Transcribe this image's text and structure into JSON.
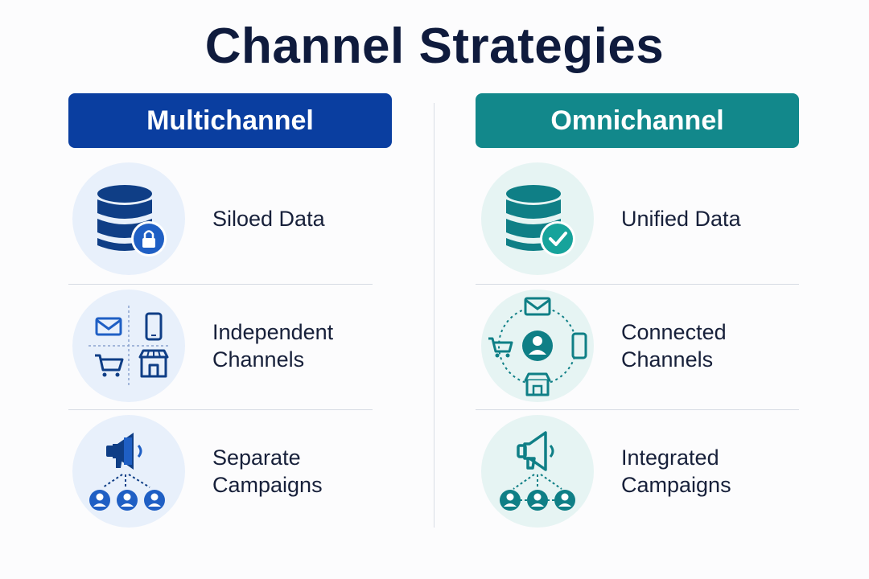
{
  "title": "Channel Strategies",
  "colors": {
    "multichannel": "#0a3ea0",
    "omnichannel": "#12888b"
  },
  "columns": [
    {
      "header": "Multichannel",
      "rows": [
        {
          "icon": "database-lock-icon",
          "label": "Siloed Data"
        },
        {
          "icon": "independent-channels-grid-icon",
          "label": "Independent\nChannels"
        },
        {
          "icon": "megaphone-separate-audience-icon",
          "label": "Separate\nCampaigns"
        }
      ]
    },
    {
      "header": "Omnichannel",
      "rows": [
        {
          "icon": "database-check-icon",
          "label": "Unified Data"
        },
        {
          "icon": "connected-channels-cycle-icon",
          "label": "Connected\nChannels"
        },
        {
          "icon": "megaphone-integrated-audience-icon",
          "label": "Integrated\nCampaigns"
        }
      ]
    }
  ]
}
